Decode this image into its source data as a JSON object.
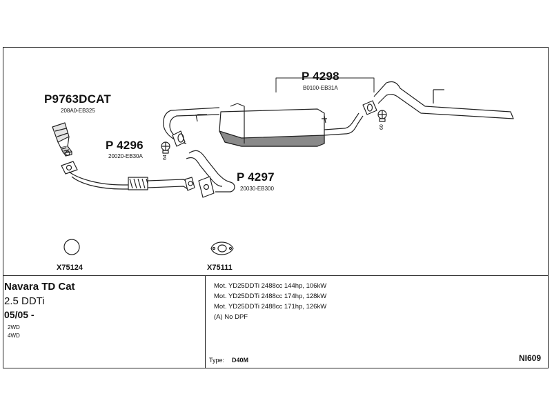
{
  "parts": [
    {
      "code": "P9763DCAT",
      "oem": "208A0-EB325"
    },
    {
      "code": "P 4296",
      "oem": "20020-EB30A"
    },
    {
      "code": "P 4297",
      "oem": "20030-EB300"
    },
    {
      "code": "P 4298",
      "oem": "B0100-EB31A"
    }
  ],
  "clamps": [
    {
      "code": "64"
    },
    {
      "code": "60"
    }
  ],
  "accessories": [
    {
      "code": "X75124",
      "icon": "ring-gasket-icon"
    },
    {
      "code": "X75111",
      "icon": "flange-gasket-icon"
    }
  ],
  "vehicle": {
    "model": "Navara TD Cat",
    "engine": "2.5 DDTi",
    "years": "05/05 -",
    "drives": [
      "2WD",
      "4WD"
    ]
  },
  "motors": [
    "Mot. YD25DDTi 2488cc 144hp, 106kW",
    "Mot. YD25DDTi 2488cc 174hp, 128kW",
    "Mot. YD25DDTi 2488cc 171hp, 126kW",
    "(A) No DPF"
  ],
  "type": {
    "label": "Type:",
    "value": "D40M"
  },
  "reference": "NI609"
}
